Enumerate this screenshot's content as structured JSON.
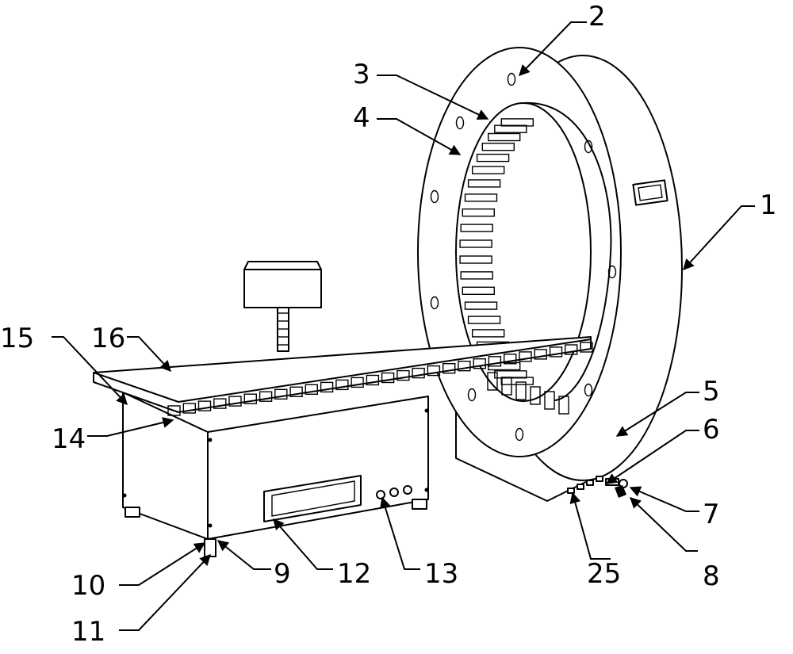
{
  "labels": [
    {
      "id": "1",
      "text": "1"
    },
    {
      "id": "2",
      "text": "2"
    },
    {
      "id": "3",
      "text": "3"
    },
    {
      "id": "4",
      "text": "4"
    },
    {
      "id": "5",
      "text": "5"
    },
    {
      "id": "6",
      "text": "6"
    },
    {
      "id": "7",
      "text": "7"
    },
    {
      "id": "8",
      "text": "8"
    },
    {
      "id": "9",
      "text": "9"
    },
    {
      "id": "10",
      "text": "10"
    },
    {
      "id": "11",
      "text": "11"
    },
    {
      "id": "12",
      "text": "12"
    },
    {
      "id": "13",
      "text": "13"
    },
    {
      "id": "14",
      "text": "14"
    },
    {
      "id": "15",
      "text": "15"
    },
    {
      "id": "16",
      "text": "16"
    },
    {
      "id": "25",
      "text": "25"
    }
  ]
}
